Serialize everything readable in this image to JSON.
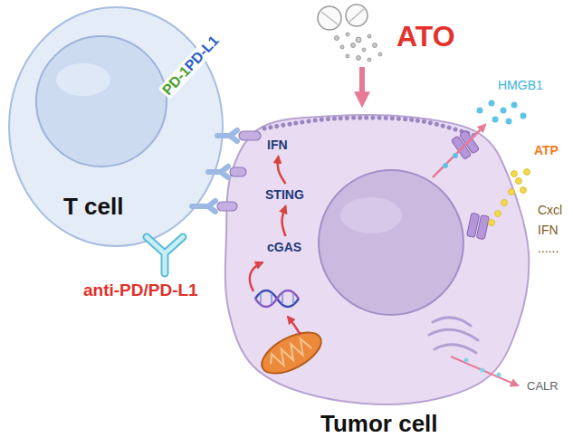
{
  "diagram": {
    "nodes": [
      {
        "text": [
          "T cell"
        ]
      },
      {
        "text": [
          "Tumor cell"
        ]
      },
      {
        "text": [
          "cGAS"
        ],
        "in": 1
      },
      {
        "text": [
          "STING"
        ],
        "in": 1
      },
      {
        "text": [
          "IFN"
        ],
        "in": 1
      }
    ],
    "edges": [
      {
        "from": 2,
        "to": 3,
        "arrow": "to"
      },
      {
        "from": 3,
        "to": 4,
        "arrow": "to"
      }
    ],
    "labels": [
      "ATO",
      "PD-1",
      "PD-L1",
      "anti-PD/PD-L1",
      "HMGB1",
      "ATP",
      "Cxcl",
      "IFN",
      "......",
      "CALR"
    ]
  }
}
